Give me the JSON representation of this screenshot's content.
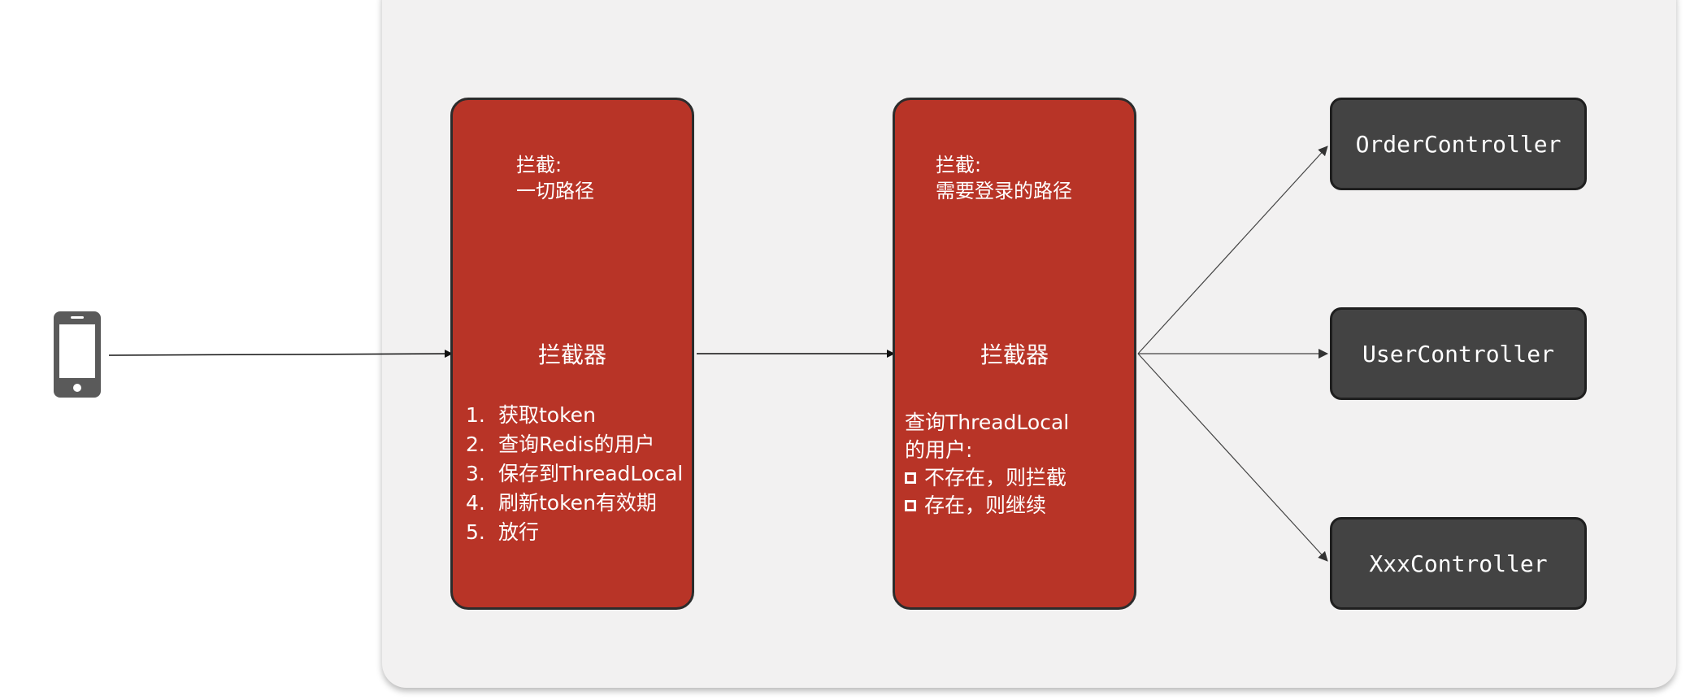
{
  "interceptor_login_check": {
    "scope_line1": "拦截:",
    "scope_line2": "一切路径",
    "title": "拦截器",
    "steps": [
      {
        "num": "1.",
        "text": "获取token"
      },
      {
        "num": "2.",
        "text": "查询Redis的用户"
      },
      {
        "num": "3.",
        "text": "保存到ThreadLocal"
      },
      {
        "num": "4.",
        "text": "刷新token有效期"
      },
      {
        "num": "5.",
        "text": "放行"
      }
    ]
  },
  "interceptor_auth": {
    "scope_line1": "拦截:",
    "scope_line2": "需要登录的路径",
    "title": "拦截器",
    "check_line1": "查询ThreadLocal",
    "check_line2": "的用户:",
    "option_reject": "不存在，则拦截",
    "option_continue": "存在，则继续"
  },
  "controllers": {
    "order": "OrderController",
    "user": "UserController",
    "xxx": "XxxController"
  },
  "colors": {
    "interceptor_fill": "#b83427",
    "controller_fill": "#434343",
    "panel_fill": "#f2f1f1"
  }
}
